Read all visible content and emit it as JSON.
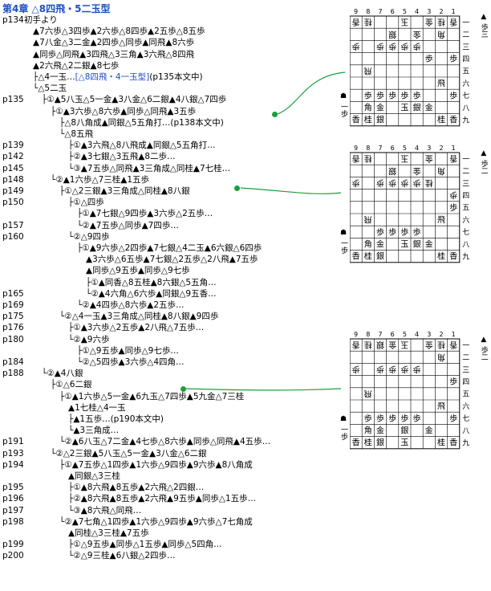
{
  "title": "第4章 △8四飛・5二玉型",
  "lines": [
    {
      "page": "p134",
      "indent": 0,
      "text": "初手より"
    },
    {
      "page": "",
      "indent": 1,
      "text": "▲7六歩△3四歩▲2六歩△8四歩▲2五歩△8五歩"
    },
    {
      "page": "",
      "indent": 1,
      "text": "▲7八金△3二金▲2四歩△同歩▲同飛▲8六歩"
    },
    {
      "page": "",
      "indent": 1,
      "text": "▲同歩△同飛▲3四飛△3三角▲3六飛△8四飛"
    },
    {
      "page": "",
      "indent": 1,
      "text": "▲2六飛△2二銀▲8七歩"
    },
    {
      "page": "",
      "indent": 1,
      "text": "├△4一玉…",
      "hl": "[△8四飛・4一玉型]",
      "after": "(p135本文中)"
    },
    {
      "page": "",
      "indent": 1,
      "text": "└△5二玉"
    },
    {
      "page": "p135",
      "indent": 2,
      "text": "├①▲5八玉△5一金▲3八金△6二銀▲4八銀△7四歩"
    },
    {
      "page": "",
      "indent": 3,
      "text": "├①▲3六歩△8六歩▲同歩△同飛▲3五歩"
    },
    {
      "page": "",
      "indent": 4,
      "text": "├△8八角成▲同銀△5五角打…(p138本文中)"
    },
    {
      "page": "",
      "indent": 4,
      "text": "└△8五飛"
    },
    {
      "page": "p139",
      "indent": 5,
      "text": "├①▲3六飛△8八飛成▲同銀△5五角打…"
    },
    {
      "page": "p142",
      "indent": 5,
      "text": "├②▲3七銀△3五飛▲8二歩…"
    },
    {
      "page": "p145",
      "indent": 5,
      "text": "└③▲7五歩△同飛▲3三角成△同桂▲7七桂…"
    },
    {
      "page": "p148",
      "indent": 3,
      "text": "└②▲1六歩△7三桂▲1五歩"
    },
    {
      "page": "p149",
      "indent": 4,
      "text": "├①△2三銀▲3三角成△同桂▲8八銀"
    },
    {
      "page": "p150",
      "indent": 5,
      "text": "├①△四歩"
    },
    {
      "page": "",
      "indent": 6,
      "text": "├①▲7七銀△9四歩▲3六歩△2五歩…"
    },
    {
      "page": "p157",
      "indent": 6,
      "text": "└②▲7五歩△同歩▲7四歩…"
    },
    {
      "page": "p160",
      "indent": 5,
      "text": "└②△9四歩"
    },
    {
      "page": "",
      "indent": 6,
      "text": "├①▲9六歩△2四歩▲7七銀△4二玉▲6六銀△6四歩"
    },
    {
      "page": "",
      "indent": 7,
      "text": "▲3六歩△6五歩▲7七銀△2五歩△2八飛▲7五歩"
    },
    {
      "page": "",
      "indent": 7,
      "text": "▲同歩△9五歩▲同歩△9七歩"
    },
    {
      "page": "",
      "indent": 7,
      "text": "├①▲同香△8五桂▲8六銀△5五角…"
    },
    {
      "page": "p165",
      "indent": 7,
      "text": "└②▲4六角△6六歩▲同銀△9五香…"
    },
    {
      "page": "p169",
      "indent": 6,
      "text": "└②▲4四歩△8六歩▲2五歩…"
    },
    {
      "page": "p175",
      "indent": 4,
      "text": "└②△4一玉▲3三角成△同桂▲8八銀▲9四歩"
    },
    {
      "page": "p176",
      "indent": 5,
      "text": "├①▲3六歩△2五歩▲2八飛△7五歩…"
    },
    {
      "page": "p180",
      "indent": 5,
      "text": "└②▲9六歩"
    },
    {
      "page": "",
      "indent": 6,
      "text": "├①△9五歩▲同歩△9七歩…"
    },
    {
      "page": "p184",
      "indent": 6,
      "text": "└②△5四歩▲3六歩△4四角…"
    },
    {
      "page": "p188",
      "indent": 2,
      "text": "└②▲4八銀"
    },
    {
      "page": "",
      "indent": 3,
      "text": "├①△6二銀"
    },
    {
      "page": "",
      "indent": 4,
      "text": "├①▲1六歩△5一金▲6九玉△7四歩▲5九金△7三桂"
    },
    {
      "page": "",
      "indent": 5,
      "text": "▲1七桂△4一玉"
    },
    {
      "page": "",
      "indent": 5,
      "text": "├▲1五歩…(p190本文中)"
    },
    {
      "page": "",
      "indent": 5,
      "text": "└▲3三角成…"
    },
    {
      "page": "p191",
      "indent": 4,
      "text": "└②▲6八玉△7二金▲4七歩△8六歩▲同歩△同飛▲4五歩…"
    },
    {
      "page": "p193",
      "indent": 3,
      "text": "└②△2三銀▲5八玉△5一金▲3八金△6二銀"
    },
    {
      "page": "p194",
      "indent": 4,
      "text": "├①▲7五歩△1四歩▲1六歩△9四歩▲9六歩▲8八角成"
    },
    {
      "page": "",
      "indent": 5,
      "text": "▲同銀△3三桂"
    },
    {
      "page": "p195",
      "indent": 5,
      "text": "├①▲8六飛▲8五歩▲2六飛△2四銀…"
    },
    {
      "page": "p196",
      "indent": 5,
      "text": "├②▲8六飛▲8五歩▲2六飛▲9五歩▲同歩△1五歩…"
    },
    {
      "page": "p197",
      "indent": 5,
      "text": "└③▲8六飛△同飛…"
    },
    {
      "page": "p198",
      "indent": 4,
      "text": "└②▲7七角△1四歩▲1六歩△9四歩▲9六歩△7七角成"
    },
    {
      "page": "",
      "indent": 5,
      "text": "▲同桂△3三桂▲7五歩"
    },
    {
      "page": "p199",
      "indent": 5,
      "text": "├①△9五歩▲同歩△1五歩▲同歩△5四角…"
    },
    {
      "page": "p200",
      "indent": 5,
      "text": "└②△9三桂▲6八銀△2四歩…"
    }
  ],
  "boards": [
    {
      "files": [
        "9",
        "8",
        "7",
        "6",
        "5",
        "4",
        "3",
        "2",
        "1"
      ],
      "ranks": [
        "一",
        "二",
        "三",
        "四",
        "五",
        "六",
        "七",
        "八",
        "九"
      ],
      "hand_top": "▲ 歩三",
      "hand_bottom": "☗ 一歩",
      "cells": [
        [
          "香",
          "桂",
          "",
          "",
          "玉",
          "",
          "金",
          "桂",
          "香"
        ],
        [
          "",
          "",
          "",
          "銀",
          "",
          "金",
          "",
          "角",
          ""
        ],
        [
          "歩",
          "",
          "歩",
          "歩",
          "歩",
          "歩",
          "",
          "",
          ""
        ],
        [
          "",
          "",
          "",
          "",
          "",
          "",
          "歩",
          "",
          "歩"
        ],
        [
          "",
          "飛",
          "",
          "",
          "",
          "",
          "",
          "",
          ""
        ],
        [
          "",
          "",
          "",
          "",
          "",
          "",
          "",
          "飛",
          ""
        ],
        [
          "",
          "歩",
          "歩",
          "歩",
          "歩",
          "歩",
          "",
          "",
          "歩"
        ],
        [
          "",
          "角",
          "金",
          "",
          "玉",
          "銀",
          "金",
          "",
          ""
        ],
        [
          "香",
          "桂",
          "銀",
          "",
          "",
          "",
          "",
          "桂",
          "香"
        ]
      ],
      "gote": [
        [
          1,
          1,
          0,
          0,
          1,
          0,
          1,
          1,
          1
        ],
        [
          0,
          0,
          0,
          1,
          0,
          1,
          0,
          1,
          0
        ],
        [
          1,
          0,
          1,
          1,
          1,
          1,
          0,
          0,
          0
        ],
        [
          0,
          0,
          0,
          0,
          0,
          0,
          0,
          0,
          0
        ],
        [
          0,
          1,
          0,
          0,
          0,
          0,
          0,
          0,
          0
        ],
        [
          0,
          0,
          0,
          0,
          0,
          0,
          0,
          0,
          0
        ],
        [
          0,
          0,
          0,
          0,
          0,
          0,
          0,
          0,
          0
        ],
        [
          0,
          0,
          0,
          0,
          0,
          0,
          0,
          0,
          0
        ],
        [
          0,
          0,
          0,
          0,
          0,
          0,
          0,
          0,
          0
        ]
      ]
    },
    {
      "files": [
        "9",
        "8",
        "7",
        "6",
        "5",
        "4",
        "3",
        "2",
        "1"
      ],
      "ranks": [
        "一",
        "二",
        "三",
        "四",
        "五",
        "六",
        "七",
        "八",
        "九"
      ],
      "hand_top": "▲ 歩二",
      "hand_bottom": "☗ 一歩",
      "cells": [
        [
          "香",
          "桂",
          "",
          "",
          "玉",
          "",
          "金",
          "",
          "香"
        ],
        [
          "",
          "",
          "",
          "銀",
          "",
          "金",
          "",
          "角",
          ""
        ],
        [
          "歩",
          "",
          "歩",
          "歩",
          "歩",
          "歩",
          "桂",
          "",
          ""
        ],
        [
          "",
          "",
          "",
          "",
          "",
          "",
          "",
          "",
          "歩"
        ],
        [
          "",
          "",
          "",
          "",
          "",
          "",
          "",
          "",
          "歩"
        ],
        [
          "",
          "飛",
          "",
          "",
          "",
          "",
          "",
          "飛",
          ""
        ],
        [
          "",
          "",
          "歩",
          "歩",
          "歩",
          "歩",
          "",
          "",
          ""
        ],
        [
          "",
          "角",
          "金",
          "",
          "玉",
          "銀",
          "金",
          "",
          ""
        ],
        [
          "香",
          "桂",
          "銀",
          "",
          "",
          "",
          "",
          "桂",
          "香"
        ]
      ],
      "gote": [
        [
          1,
          1,
          0,
          0,
          1,
          0,
          1,
          0,
          1
        ],
        [
          0,
          0,
          0,
          1,
          0,
          1,
          0,
          1,
          0
        ],
        [
          1,
          0,
          1,
          1,
          1,
          1,
          1,
          0,
          0
        ],
        [
          0,
          0,
          0,
          0,
          0,
          0,
          0,
          0,
          1
        ],
        [
          0,
          0,
          0,
          0,
          0,
          0,
          0,
          0,
          0
        ],
        [
          0,
          1,
          0,
          0,
          0,
          0,
          0,
          0,
          0
        ],
        [
          0,
          0,
          0,
          0,
          0,
          0,
          0,
          0,
          0
        ],
        [
          0,
          0,
          0,
          0,
          0,
          0,
          0,
          0,
          0
        ],
        [
          0,
          0,
          0,
          0,
          0,
          0,
          0,
          0,
          0
        ]
      ]
    },
    {
      "files": [
        "9",
        "8",
        "7",
        "6",
        "5",
        "4",
        "3",
        "2",
        "1"
      ],
      "ranks": [
        "一",
        "二",
        "三",
        "四",
        "五",
        "六",
        "七",
        "八",
        "九"
      ],
      "hand_top": "▲ 歩二",
      "hand_bottom": "☗ 一歩",
      "cells": [
        [
          "香",
          "桂",
          "銀",
          "金",
          "玉",
          "",
          "金",
          "桂",
          "香"
        ],
        [
          "",
          "",
          "",
          "",
          "",
          "",
          "",
          "角",
          ""
        ],
        [
          "歩",
          "",
          "歩",
          "歩",
          "歩",
          "歩",
          "",
          "",
          ""
        ],
        [
          "",
          "",
          "",
          "",
          "",
          "",
          "",
          "",
          "歩"
        ],
        [
          "",
          "飛",
          "",
          "",
          "",
          "",
          "",
          "",
          ""
        ],
        [
          "",
          "",
          "",
          "",
          "",
          "",
          "",
          "飛",
          ""
        ],
        [
          "",
          "歩",
          "歩",
          "歩",
          "歩",
          "歩",
          "",
          "",
          "歩"
        ],
        [
          "",
          "角",
          "金",
          "",
          "銀",
          "",
          "金",
          "",
          ""
        ],
        [
          "香",
          "桂",
          "銀",
          "",
          "玉",
          "",
          "",
          "桂",
          "香"
        ]
      ],
      "gote": [
        [
          1,
          1,
          1,
          1,
          1,
          0,
          1,
          1,
          1
        ],
        [
          0,
          0,
          0,
          0,
          0,
          0,
          0,
          1,
          0
        ],
        [
          1,
          0,
          1,
          1,
          1,
          1,
          0,
          0,
          0
        ],
        [
          0,
          0,
          0,
          0,
          0,
          0,
          0,
          0,
          0
        ],
        [
          0,
          1,
          0,
          0,
          0,
          0,
          0,
          0,
          0
        ],
        [
          0,
          0,
          0,
          0,
          0,
          0,
          0,
          0,
          0
        ],
        [
          0,
          0,
          0,
          0,
          0,
          0,
          0,
          0,
          0
        ],
        [
          0,
          0,
          0,
          0,
          0,
          0,
          0,
          0,
          0
        ],
        [
          0,
          0,
          0,
          0,
          0,
          0,
          0,
          0,
          0
        ]
      ]
    }
  ]
}
